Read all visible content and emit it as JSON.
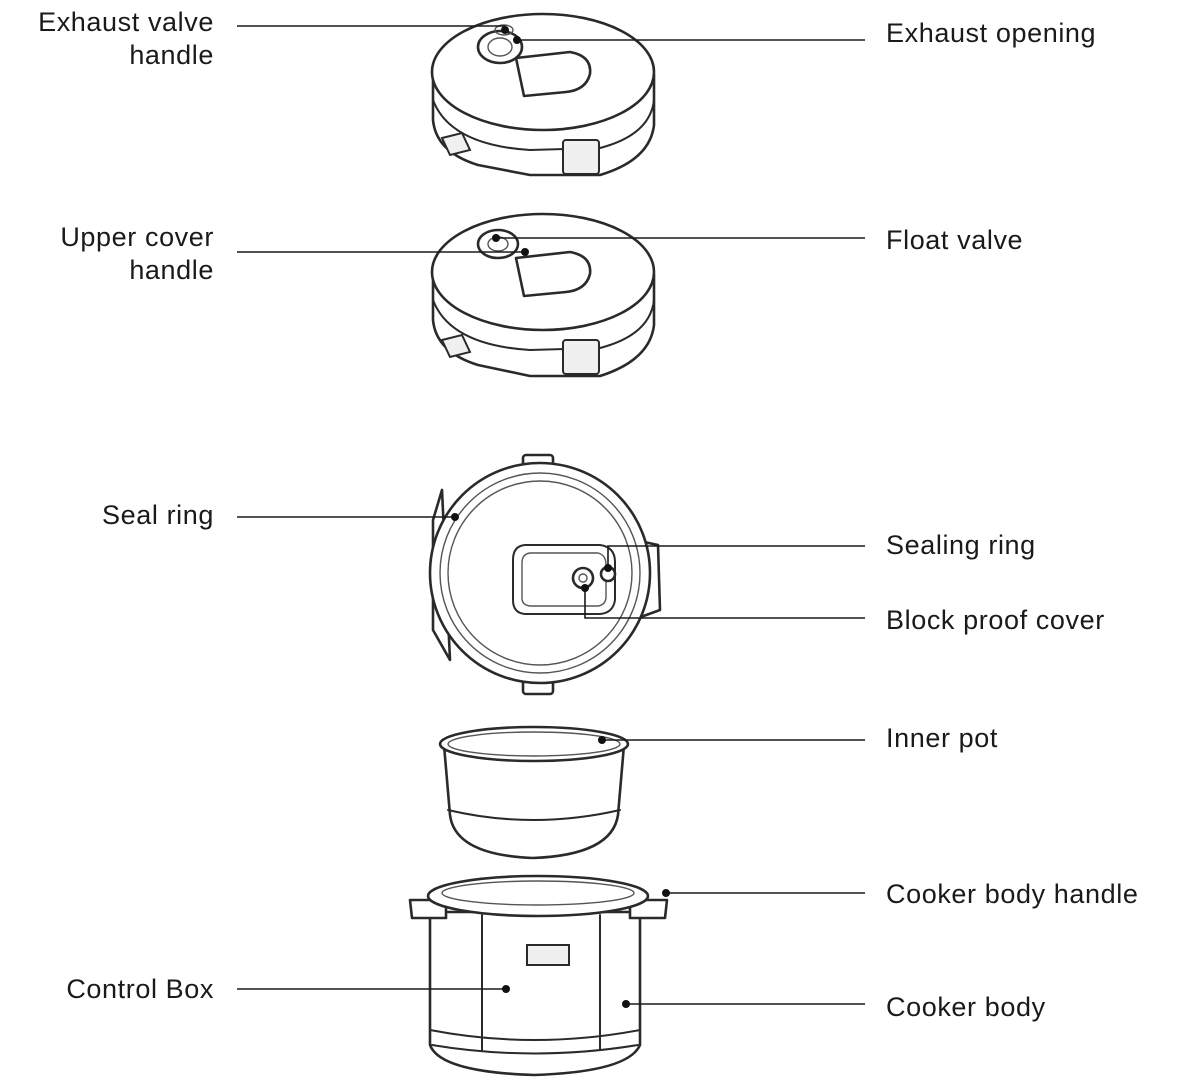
{
  "labels": {
    "exhaust_valve_handle": [
      "Exhaust valve",
      "handle"
    ],
    "exhaust_opening": "Exhaust opening",
    "upper_cover_handle": [
      "Upper cover",
      "handle"
    ],
    "float_valve": "Float valve",
    "seal_ring": "Seal ring",
    "sealing_ring": "Sealing ring",
    "block_proof_cover": "Block proof cover",
    "inner_pot": "Inner pot",
    "cooker_body_handle": "Cooker body handle",
    "control_box": "Control Box",
    "cooker_body": "Cooker body"
  }
}
